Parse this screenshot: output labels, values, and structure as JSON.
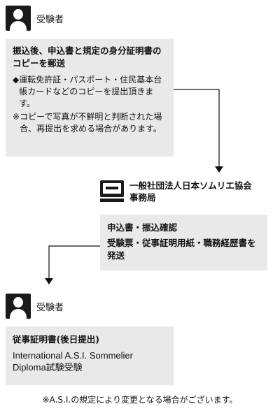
{
  "step1": {
    "actor_label": "受験者",
    "title": "振込後、申込書と規定の身分証明書のコピーを郵送",
    "bullet_mark": "◆",
    "bullet_text": "運転免許証・パスポート・住民基本台帳カードなどのコピーを提出頂きます。",
    "note_mark": "※",
    "note_text": "コピーで写真が不鮮明と判断された場合、再提出を求める場合があります。"
  },
  "step2": {
    "org_label_line1": "一般社団法人日本ソムリエ協会",
    "org_label_line2": "事務局",
    "title": "申込書・振込確認",
    "text": "受験票・従事証明用紙・職務経歴書を発送"
  },
  "step3": {
    "actor_label": "受験者",
    "title": "従事証明書(後日提出)",
    "text_line1": "International A.S.I. Sommelier",
    "text_line2": "Diploma試験受験"
  },
  "footnote": "※A.S.I.の規定により変更となる場合がございます。",
  "icons": [
    "person-icon",
    "computer-icon",
    "arrow-down-icon"
  ],
  "colors": {
    "box_bg": "#e9e9e9",
    "icon": "#1a1a1a"
  }
}
